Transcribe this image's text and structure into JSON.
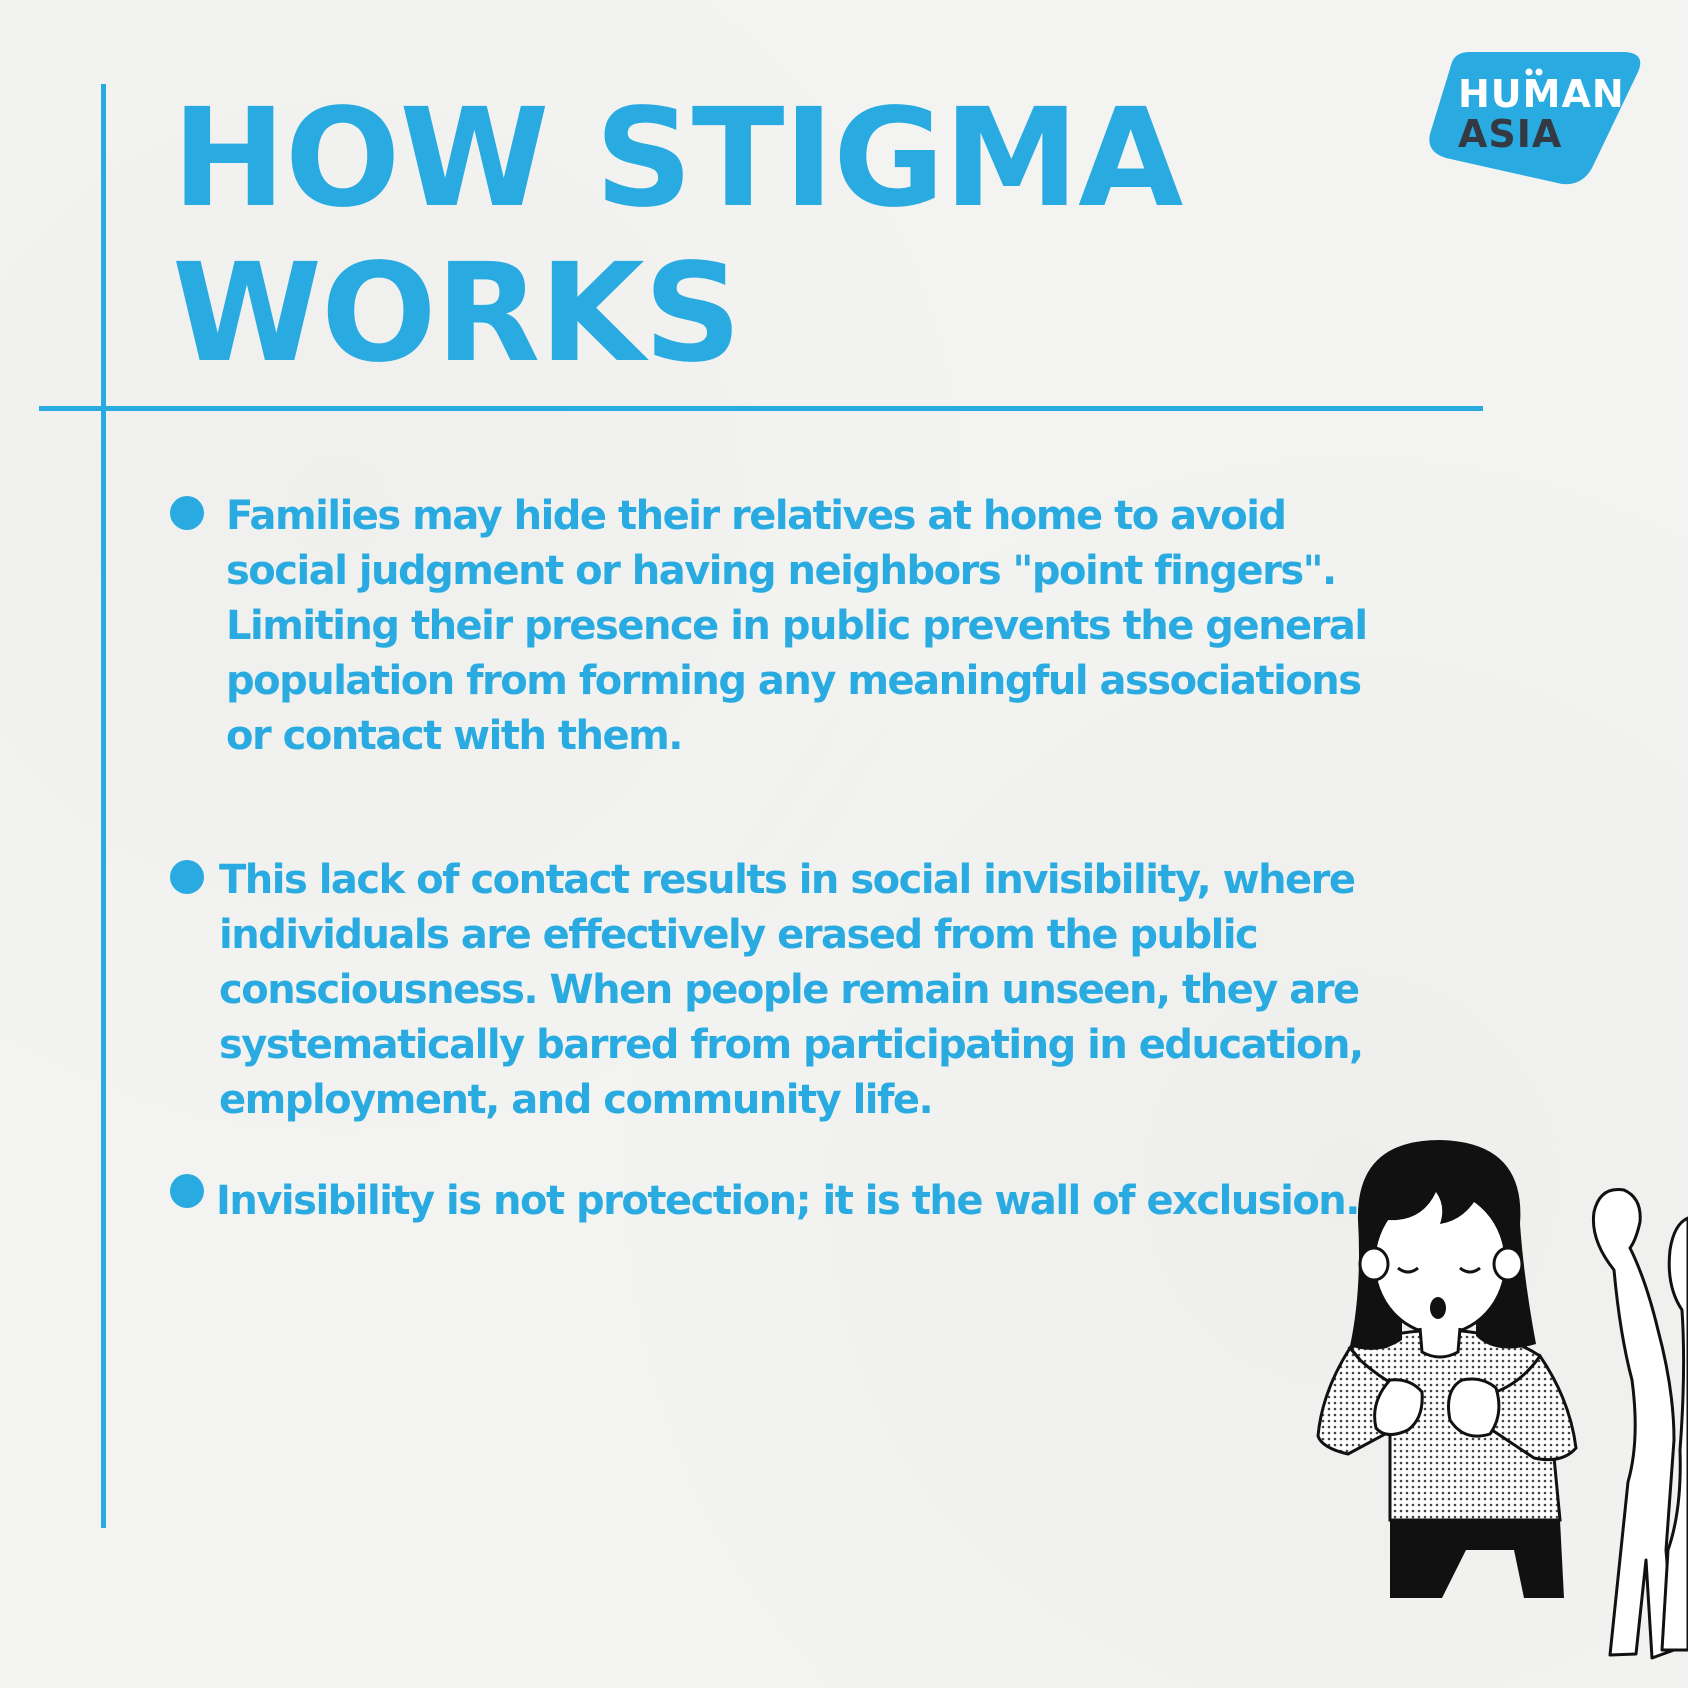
{
  "title": {
    "line1": "HOW STIGMA",
    "line2": "WORKS"
  },
  "logo": {
    "line1": "HUMAN",
    "line2": "ASIA"
  },
  "points": [
    {
      "text": "Families may hide their relatives at home to avoid social judgment or having neighbors \"point fingers\". Limiting their presence in public prevents the general population from forming any meaningful associations or contact with them."
    },
    {
      "text": "This lack of contact results in social invisibility, where individuals are effectively erased from the public consciousness. When people remain unseen, they are systematically barred from participating in education, employment, and community life."
    },
    {
      "text": "Invisibility is not protection; it is the wall of exclusion."
    }
  ],
  "colors": {
    "accent": "#29abe2",
    "logo_dark": "#333a44",
    "background": "#f3f3f1"
  }
}
